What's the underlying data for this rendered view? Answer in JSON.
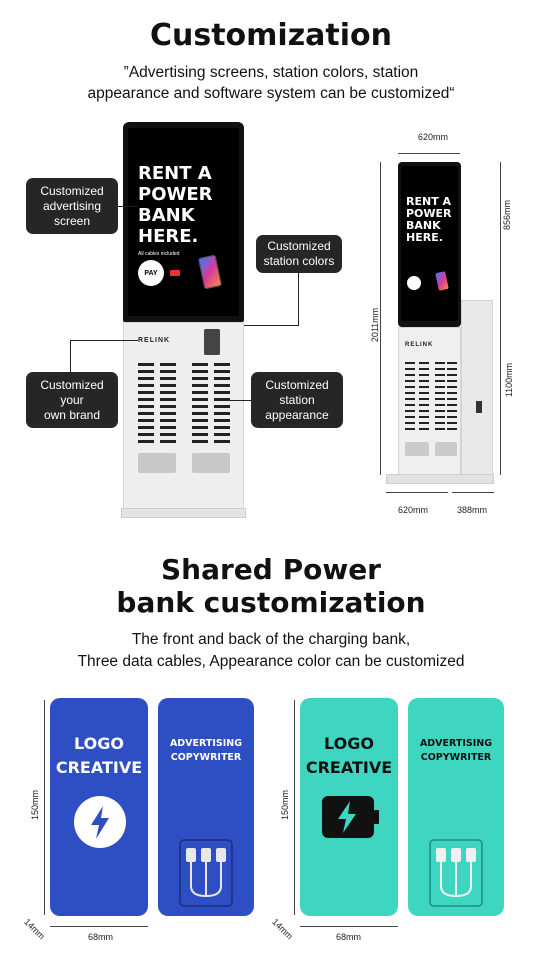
{
  "section1": {
    "title": "Customization",
    "subtitle_line1": "”Advertising screens, station colors, station",
    "subtitle_line2": "appearance and software system can be customized“"
  },
  "kiosk_screen": {
    "headline_line1": "RENT A",
    "headline_line2": "POWER",
    "headline_line3": "BANK",
    "headline_line4": "HERE.",
    "cables_note": "All cables included",
    "pay_label": "PAY"
  },
  "brand": "RELINK",
  "callouts": {
    "advertising_screen": [
      "Customized",
      "advertising",
      "screen"
    ],
    "station_colors": [
      "Customized",
      "station colors"
    ],
    "own_brand": [
      "Customized",
      "your",
      "own brand"
    ],
    "station_appearance": [
      "Customized",
      "station",
      "appearance"
    ]
  },
  "dimensions_kiosk": {
    "top_width": "620mm",
    "screen_height": "856mm",
    "total_height": "2011mm",
    "body_height": "1100mm",
    "base_width": "620mm",
    "depth": "388mm"
  },
  "section2": {
    "title_line1": "Shared Power",
    "title_line2": "bank customization",
    "subtitle_line1": "The front and back of the charging bank,",
    "subtitle_line2": "Three data cables, Appearance color can be customized"
  },
  "power_bank": {
    "logo_line1": "LOGO",
    "logo_line2": "CREATIVE",
    "ad_line1": "ADVERTISING",
    "ad_line2": "COPYWRITER",
    "height": "150mm",
    "width": "68mm",
    "thickness": "14mm"
  },
  "colors": {
    "blue": "#2e4fc4",
    "teal": "#3ed6c0",
    "callout_bg": "#262626"
  }
}
